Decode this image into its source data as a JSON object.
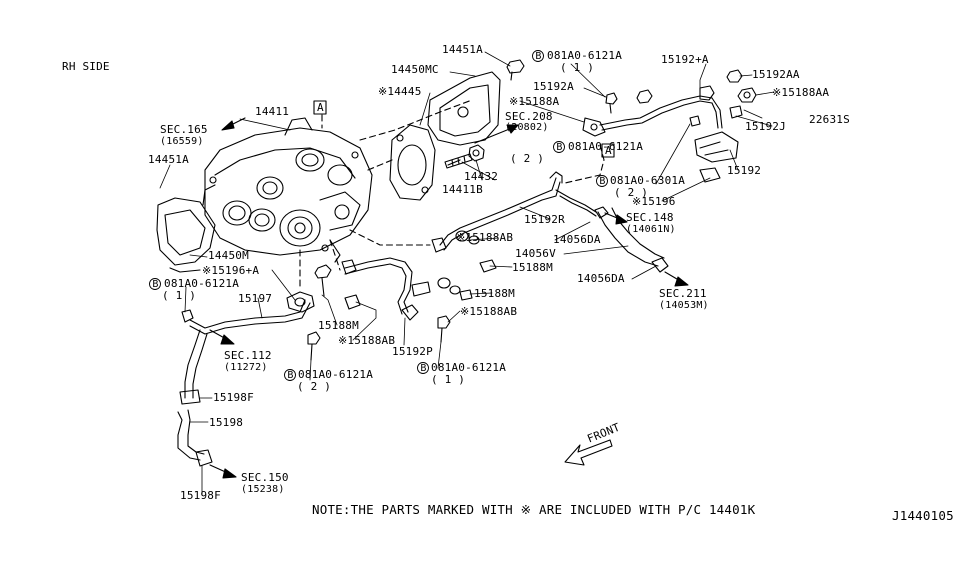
{
  "header": {
    "side": "RH SIDE"
  },
  "labels": {
    "l14451a_top": "14451A",
    "l14450mc": "14450MC",
    "l081a0_top": "081A0-6121A",
    "l081a0_top_qty": "( 1 )",
    "l15192a_plus": "15192+A",
    "l15192aa": "15192AA",
    "l15192a": "15192A",
    "l15188aa": "※15188AA",
    "l14445": "※14445",
    "l15188a": "※15188A",
    "l22631s": "22631S",
    "l15192j": "15192J",
    "l14411": "14411",
    "box_a1": "A",
    "box_a2": "A",
    "l_sec165": "SEC.165",
    "l_sec165_sub": "(16559)",
    "l_sec208": "SEC.208",
    "l_sec208_sub": "(20802)",
    "l081a0_mid": "081A0-6121A",
    "l081a0_mid_qty": "( 2 )",
    "l14432": "14432",
    "l14411b": "14411B",
    "l15192": "15192",
    "l081a0_6301a": "081A0-6301A",
    "l081a0_6301a_qty": "( 2 )",
    "l14451a_left": "14451A",
    "l15196": "※15196",
    "l15192r": "15192R",
    "l_sec148": "SEC.148",
    "l_sec148_sub": "(14061N)",
    "l15188ab_mid": "※15188AB",
    "l14056da_mid": "14056DA",
    "l14056v": "14056V",
    "l14450m": "14450M",
    "l15188m_right": "15188M",
    "l14056da_right": "14056DA",
    "l15196a": "※15196+A",
    "l081a0_left": "081A0-6121A",
    "l081a0_left_qty": "( 1 )",
    "l15188m_mid": "15188M",
    "l_sec211": "SEC.211",
    "l_sec211_sub": "(14053M)",
    "l15197": "15197",
    "l15188ab_right": "※15188AB",
    "l15188m_left": "15188M",
    "l15188ab_low": "※15188AB",
    "l15192p": "15192P",
    "l_sec112": "SEC.112",
    "l_sec112_sub": "(11272)",
    "l081a0_bot2": "081A0-6121A",
    "l081a0_bot2_qty": "( 2 )",
    "l081a0_bot1": "081A0-6121A",
    "l081a0_bot1_qty": "( 1 )",
    "l15198f_top": "15198F",
    "l15198": "15198",
    "l_front": "FRONT",
    "l_sec150": "SEC.150",
    "l_sec150_sub": "(15238)",
    "l15198f_bot": "15198F"
  },
  "bolt_marker": "B",
  "note": "NOTE:THE PARTS MARKED WITH ※ ARE INCLUDED WITH P/C  14401K",
  "diagram_code": "J1440105"
}
